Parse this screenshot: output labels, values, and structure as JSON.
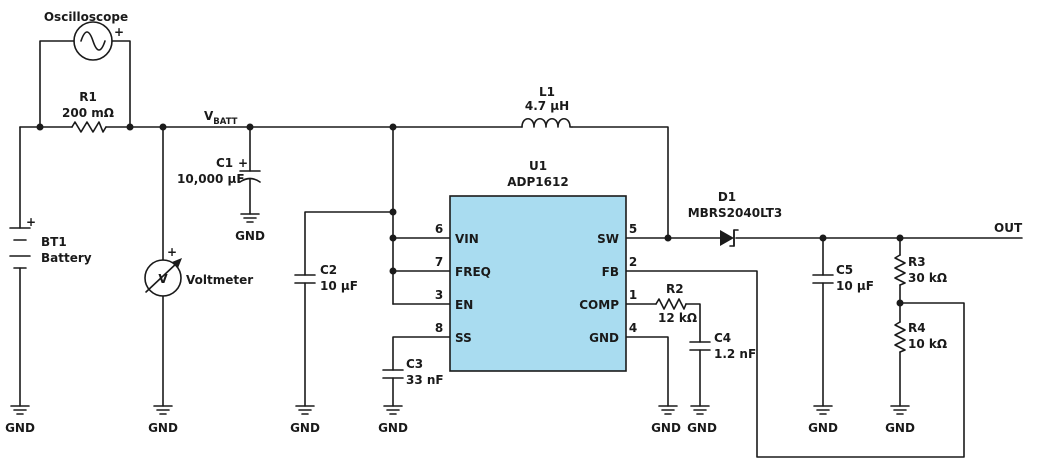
{
  "instruments": {
    "oscilloscope": "Oscilloscope",
    "voltmeter": "Voltmeter",
    "voltmeter_symbol": "V"
  },
  "net": {
    "vbatt_main": "V",
    "vbatt_sub": "BATT",
    "out": "OUT",
    "gnd": "GND"
  },
  "components": {
    "r1": {
      "ref": "R1",
      "value": "200 mΩ"
    },
    "l1": {
      "ref": "L1",
      "value": "4.7 µH"
    },
    "c1": {
      "ref": "C1",
      "value": "10,000 µF"
    },
    "bt1": {
      "ref": "BT1",
      "value": "Battery"
    },
    "c2": {
      "ref": "C2",
      "value": "10 µF"
    },
    "c3": {
      "ref": "C3",
      "value": "33 nF"
    },
    "d1": {
      "ref": "D1",
      "value": "MBRS2040LT3"
    },
    "c5": {
      "ref": "C5",
      "value": "10 µF"
    },
    "r2": {
      "ref": "R2",
      "value": "12 kΩ"
    },
    "c4": {
      "ref": "C4",
      "value": "1.2 nF"
    },
    "r3": {
      "ref": "R3",
      "value": "30 kΩ"
    },
    "r4": {
      "ref": "R4",
      "value": "10 kΩ"
    }
  },
  "ic": {
    "ref": "U1",
    "part": "ADP1612",
    "fill": "#a9dcf0",
    "pins": {
      "vin": {
        "num": "6",
        "name": "VIN"
      },
      "freq": {
        "num": "7",
        "name": "FREQ"
      },
      "en": {
        "num": "3",
        "name": "EN"
      },
      "ss": {
        "num": "8",
        "name": "SS"
      },
      "sw": {
        "num": "5",
        "name": "SW"
      },
      "fb": {
        "num": "2",
        "name": "FB"
      },
      "comp": {
        "num": "1",
        "name": "COMP"
      },
      "gnd": {
        "num": "4",
        "name": "GND"
      }
    }
  },
  "polarity": "+"
}
